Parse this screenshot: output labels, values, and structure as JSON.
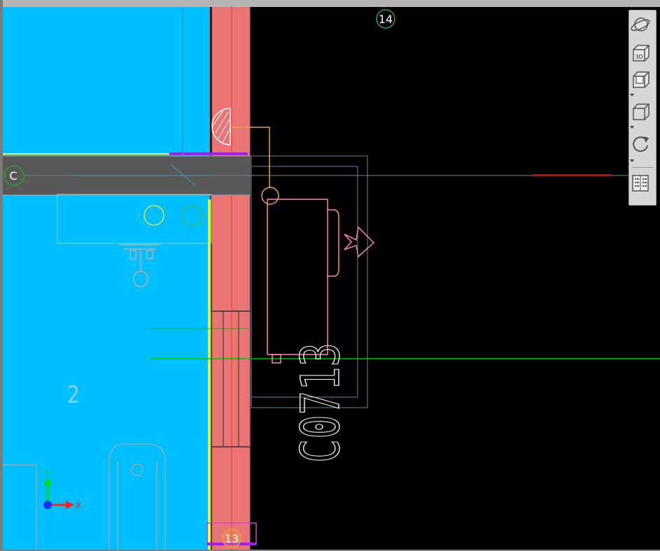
{
  "drawing": {
    "grid_markers": {
      "top": "14",
      "bottom": "13",
      "left": "C"
    },
    "room_number": "2",
    "window_tag": "C0713",
    "ucs": {
      "x_label": "X",
      "y_label": "Y"
    }
  },
  "toolbar": {
    "items": [
      "orbit-icon",
      "3d-view-icon",
      "view-cube-icon",
      "visual-style-icon",
      "rotate-icon",
      "viewport-config-icon"
    ]
  },
  "colors": {
    "room_fill": "#00bfff",
    "wall_fill": "#e87474",
    "beam_fill": "#585858",
    "canvas_bg": "#000000",
    "green_line": "#00c000",
    "yellow_line": "#ffff00",
    "magenta_line": "#cc44cc"
  }
}
